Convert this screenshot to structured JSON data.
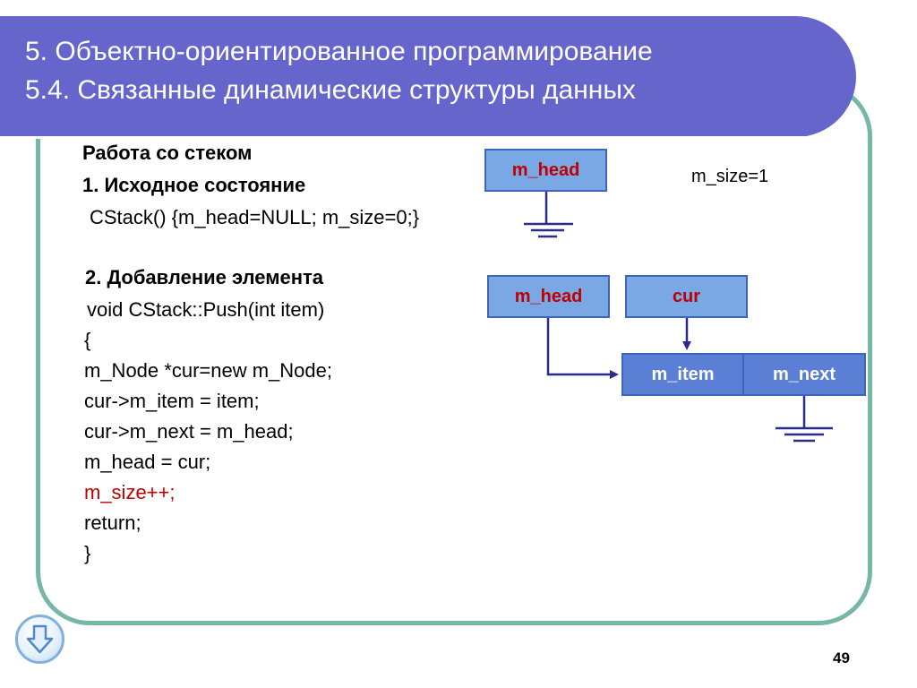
{
  "slide": {
    "title_line1": "5. Объектно-ориентированное программирование",
    "title_line2": "5.4. Связанные динамические структуры данных",
    "page_number": "49"
  },
  "content": {
    "heading": "Работа со стеком",
    "section1_title": "1. Исходное состояние",
    "section1_code": "CStack() {m_head=NULL; m_size=0;}",
    "section2_title": "2. Добавление элемента",
    "code_lines": [
      " void CStack::Push(int item)",
      "{",
      "   m_Node *cur=new m_Node;",
      "   cur->m_item = item;",
      "   cur->m_next = m_head;",
      "   m_head = cur;",
      "   m_size++;",
      "   return;",
      "}"
    ],
    "highlight_color": "#c00000"
  },
  "diagram": {
    "state1_head_label": "m_head",
    "size_label": "m_size=1",
    "state2_head_label": "m_head",
    "cur_label": "cur",
    "item_label": "m_item",
    "next_label": "m_next"
  },
  "colors": {
    "title_bar": "#6565cc",
    "frame_border": "#76b7a7",
    "box_fill": "#7aa8e4",
    "box_dark_fill": "#5b7fd4",
    "arrow": "#2b2b8c"
  },
  "icons": {
    "nav": "down-arrow-icon",
    "ground": "ground-symbol-icon"
  }
}
